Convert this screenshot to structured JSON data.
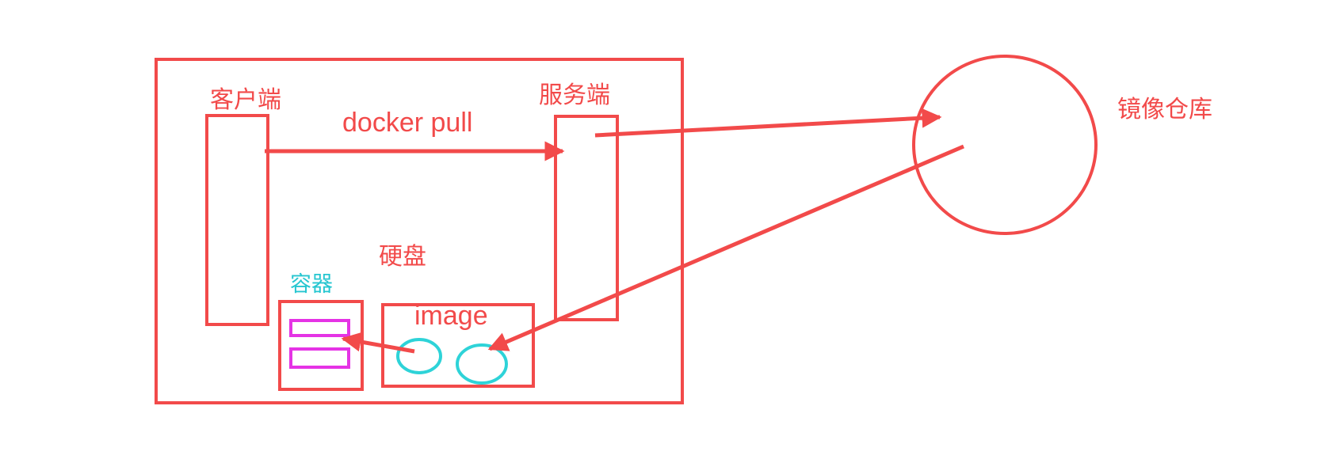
{
  "colors": {
    "primary": "#f24a4a",
    "container_label": "#26c6d0",
    "container_item": "#e533e5",
    "image_item": "#2ed3d8",
    "background": "#ffffff"
  },
  "labels": {
    "client": "客户端",
    "server": "服务端",
    "command": "docker pull",
    "disk": "硬盘",
    "containers": "容器",
    "image": "image",
    "registry": "镜像仓库"
  }
}
